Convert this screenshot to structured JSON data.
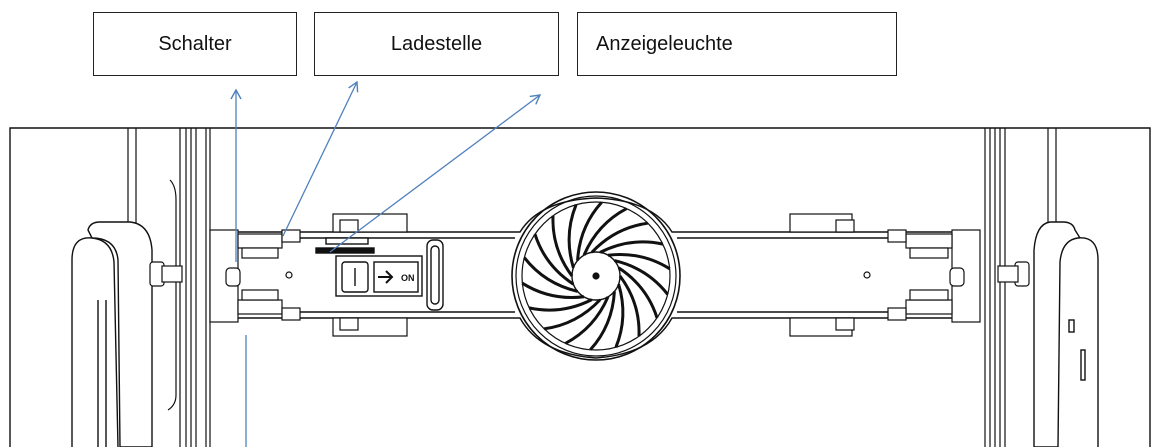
{
  "labels": {
    "switch": "Schalter",
    "charging_point": "Ladestelle",
    "indicator_light": "Anzeigeleuchte"
  },
  "device": {
    "slider_text": "ON"
  },
  "colors": {
    "arrow": "#4f81bd",
    "line": "#111111"
  }
}
